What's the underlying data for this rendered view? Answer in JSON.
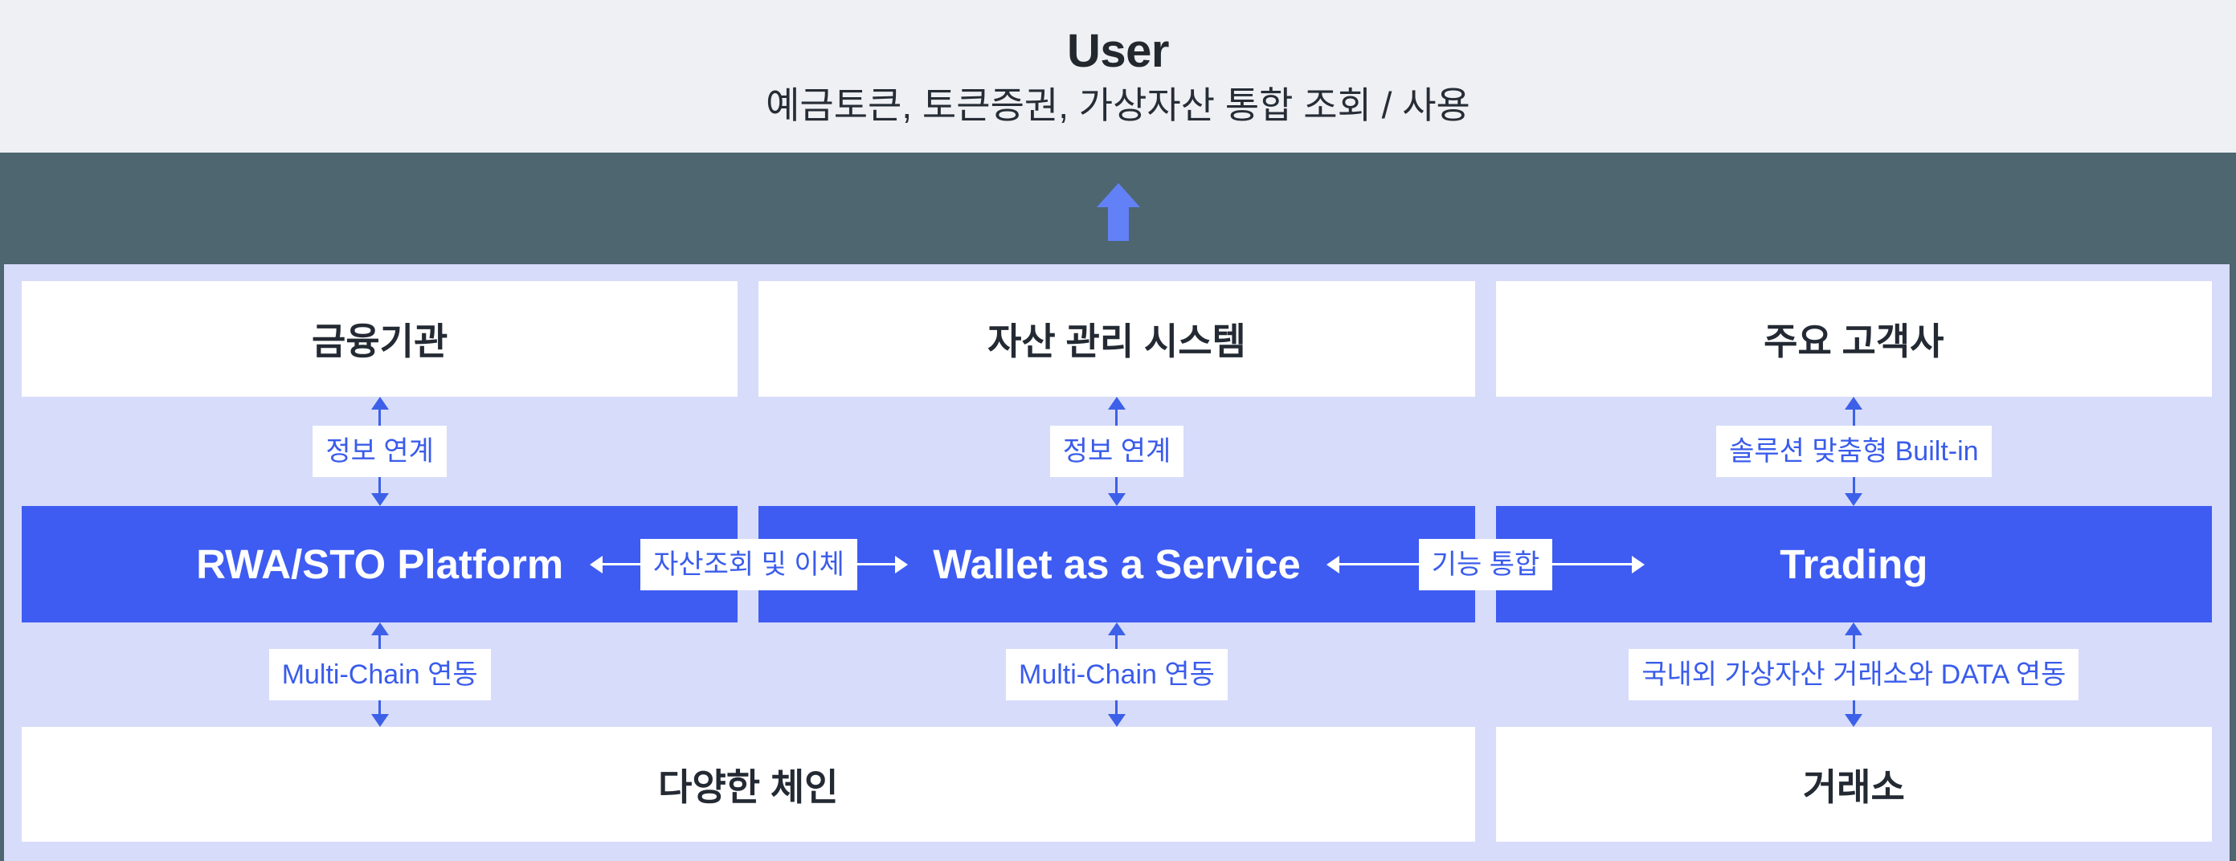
{
  "header": {
    "title": "User",
    "subtitle": "예금토큰, 토큰증권, 가상자산 통합 조회 / 사용"
  },
  "diagram": {
    "top_row": [
      {
        "label": "금융기관"
      },
      {
        "label": "자산 관리 시스템"
      },
      {
        "label": "주요 고객사"
      }
    ],
    "top_connectors": [
      {
        "label": "정보 연계"
      },
      {
        "label": "정보 연계"
      },
      {
        "label": "솔루션 맞춤형 Built-in"
      }
    ],
    "platform_row": [
      {
        "label": "RWA/STO Platform"
      },
      {
        "label": "Wallet as a Service"
      },
      {
        "label": "Trading"
      }
    ],
    "horizontal_connectors": [
      {
        "label": "자산조회 및 이체"
      },
      {
        "label": "기능 통합"
      }
    ],
    "bottom_connectors": [
      {
        "label": "Multi-Chain 연동"
      },
      {
        "label": "Multi-Chain 연동"
      },
      {
        "label": "국내외 가상자산 거래소와 DATA 연동"
      }
    ],
    "bottom_row": [
      {
        "label": "다양한 체인"
      },
      {
        "label": "거래소"
      }
    ]
  },
  "colors": {
    "accent_blue": "#3E5CF2",
    "label_blue": "#3A5CEB",
    "band_teal": "#4D6670",
    "panel_lavender": "#D7DCFA",
    "top_strip_gray": "#EEF0F4",
    "band_arrow_blue": "#6381F6"
  }
}
